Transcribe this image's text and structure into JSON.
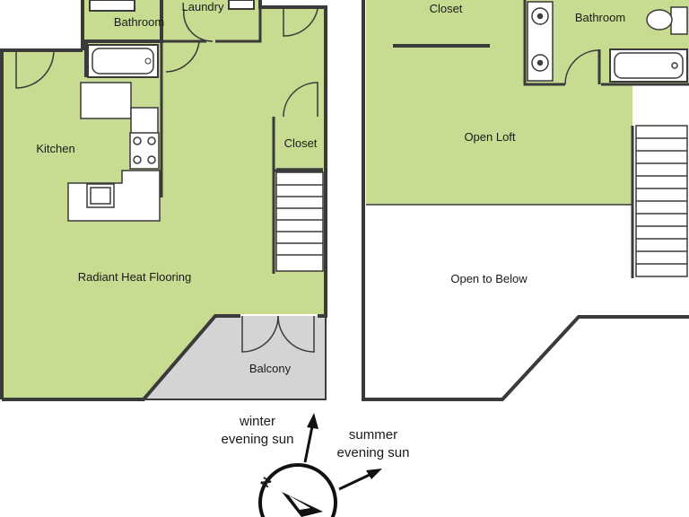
{
  "labels": {
    "bathroom_lower": "Bathroom",
    "laundry": "Laundry",
    "kitchen": "Kitchen",
    "closet_lower": "Closet",
    "radiant": "Radiant Heat Flooring",
    "balcony": "Balcony",
    "closet_upper": "Closet",
    "bathroom_upper": "Bathroom",
    "open_loft": "Open Loft",
    "open_below": "Open to Below",
    "winter_line1": "winter",
    "winter_line2": "evening sun",
    "summer_line1": "summer",
    "summer_line2": "evening sun",
    "north": "N"
  },
  "colors": {
    "floor": "#c7dc91",
    "balcony": "#d4d4d4",
    "wall": "#3a3a3a",
    "open": "#ffffff"
  }
}
